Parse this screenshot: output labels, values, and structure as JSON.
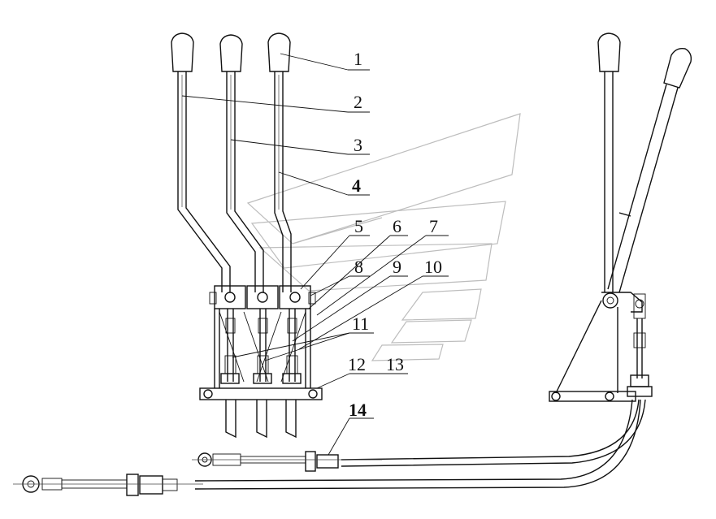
{
  "labels": {
    "l1": "1",
    "l2": "2",
    "l3": "3",
    "l4": "4",
    "l5": "5",
    "l6": "6",
    "l7": "7",
    "l8": "8",
    "l9": "9",
    "l10": "10",
    "l11": "11",
    "l12": "12",
    "l13": "13",
    "l14": "14"
  },
  "colors": {
    "line": "#111111",
    "watermark": "#bdbdbd",
    "background": "#ffffff"
  }
}
